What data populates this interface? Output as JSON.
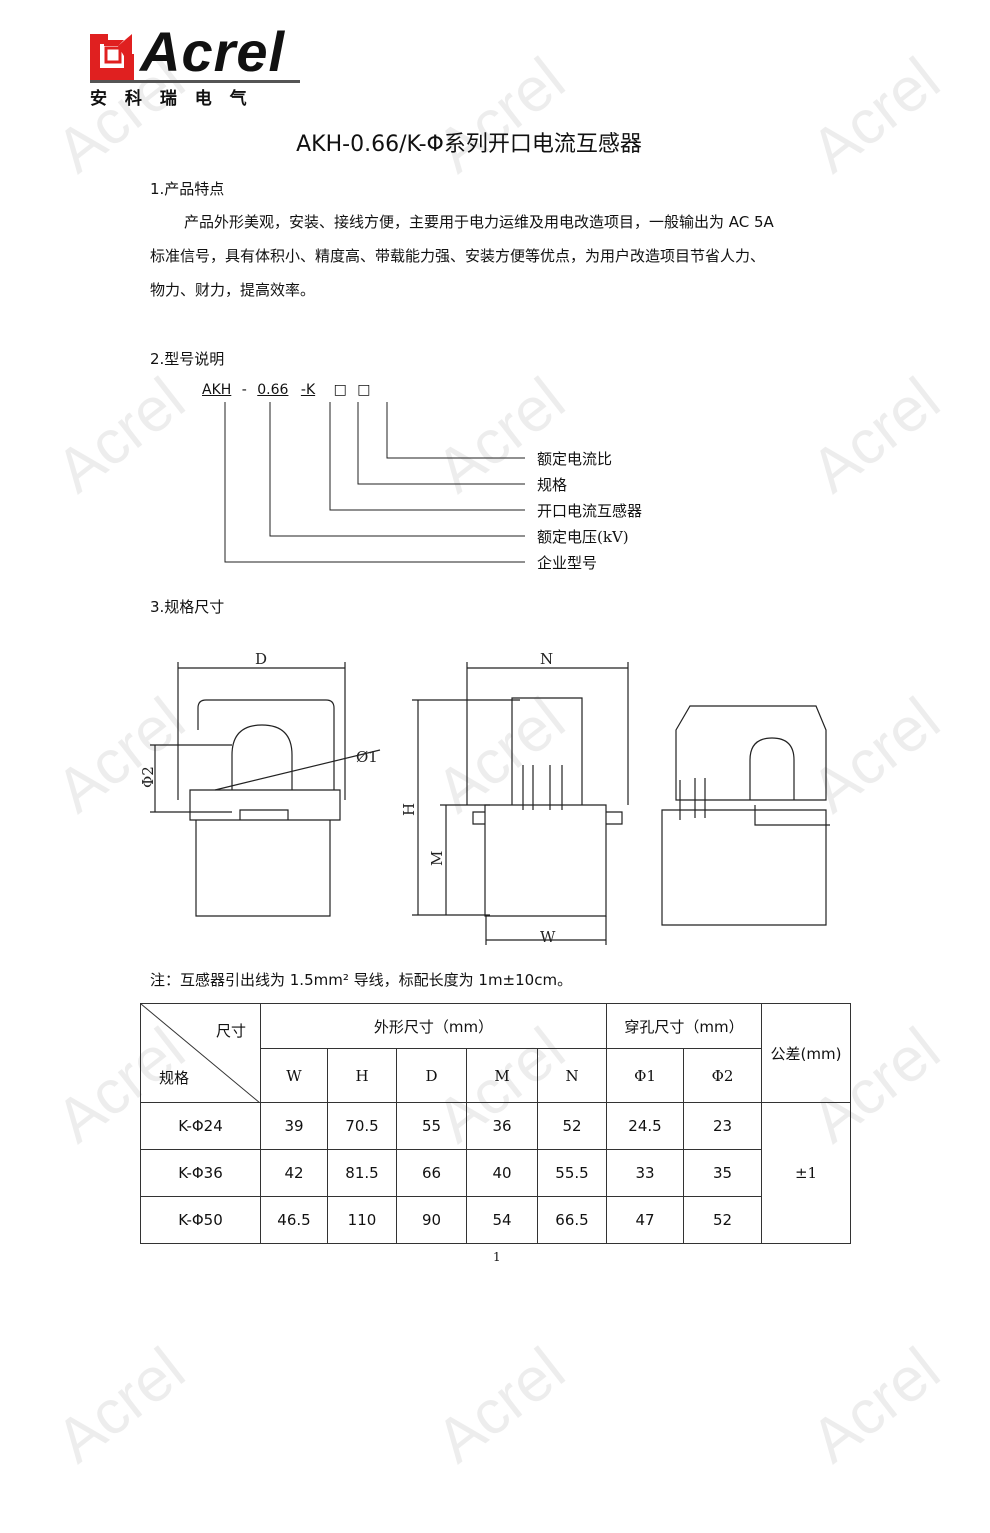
{
  "logo": {
    "brand": "Acrel",
    "cn": "安 科 瑞 电 气"
  },
  "watermark": "Acrel",
  "title": "AKH-0.66/K-Φ系列开口电流互感器",
  "s1": {
    "heading": "1.产品特点",
    "lines": [
      "产品外形美观，安装、接线方便，主要用于电力运维及用电改造项目，一般输出为 AC 5A",
      "标准信号，具有体积小、精度高、带载能力强、安装方便等优点，为用户改造项目节省人力、",
      "物力、财力，提高效率。"
    ]
  },
  "s2": {
    "heading": "2.型号说明",
    "code": [
      "AKH",
      "-",
      "0.66",
      "-K",
      "□",
      "□"
    ],
    "labels": [
      "额定电流比",
      "规格",
      "开口电流互感器",
      "额定电压(kV)",
      "企业型号"
    ]
  },
  "s3": {
    "heading": "3.规格尺寸",
    "dims": {
      "D": "D",
      "N": "N",
      "H": "H",
      "M": "M",
      "W": "W",
      "phi1": "Ø1",
      "phi2": "Φ2"
    },
    "note": "注：互感器引出线为 1.5mm² 导线，标配长度为 1m±10cm。"
  },
  "table": {
    "corner_top": "尺寸",
    "corner_bottom": "规格",
    "group1": "外形尺寸（mm）",
    "group2": "穿孔尺寸（mm）",
    "tolerance_header": "公差(mm)",
    "cols": [
      "W",
      "H",
      "D",
      "M",
      "N",
      "Φ1",
      "Φ2"
    ],
    "rows": [
      [
        "K-Φ24",
        "39",
        "70.5",
        "55",
        "36",
        "52",
        "24.5",
        "23"
      ],
      [
        "K-Φ36",
        "42",
        "81.5",
        "66",
        "40",
        "55.5",
        "33",
        "35"
      ],
      [
        "K-Φ50",
        "46.5",
        "110",
        "90",
        "54",
        "66.5",
        "47",
        "52"
      ]
    ],
    "tolerance": "±1"
  },
  "page_number": "1"
}
